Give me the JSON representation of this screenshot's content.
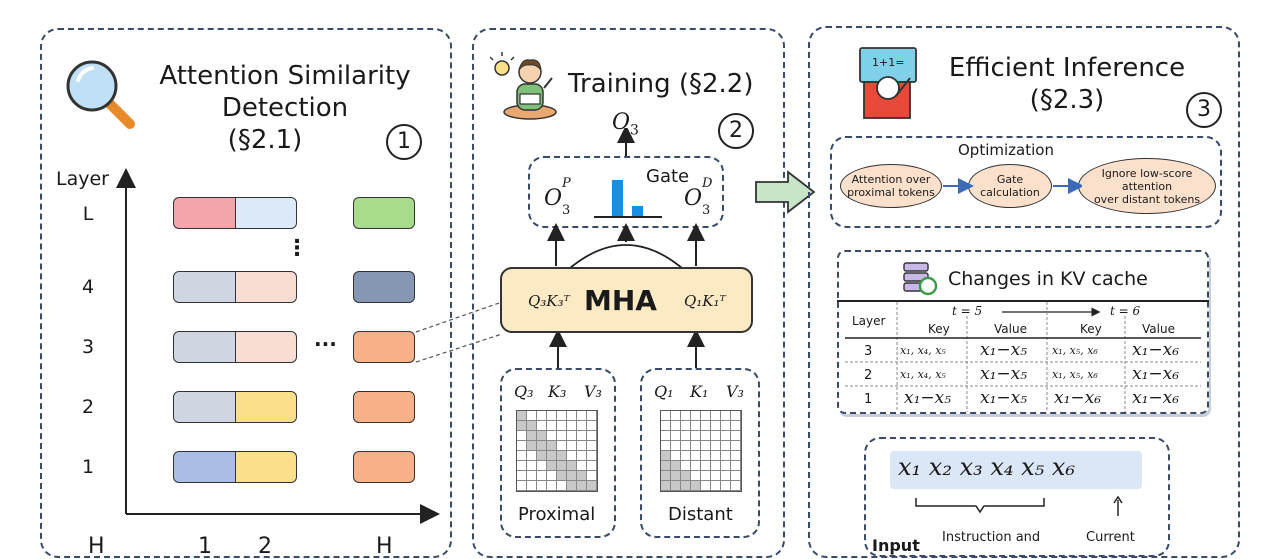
{
  "panel1": {
    "title_line1": "Attention Similarity",
    "title_line2": "Detection",
    "section": "(§2.1)",
    "number": "1",
    "axis_label": "Layer",
    "layers": [
      "L",
      "4",
      "3",
      "2",
      "1"
    ],
    "vdots": "⋮",
    "hdots": "···",
    "x_axis_labels": [
      "H",
      "1",
      "2",
      "H"
    ],
    "colors": {
      "red": "#f4a4ab",
      "lightblue": "#dce9f6",
      "green": "#a8dc8c",
      "gray": "#cfd6e2",
      "pink": "#f9dcd3",
      "slate": "#8597b3",
      "orange": "#f6b08a",
      "yellow": "#fbe08b",
      "blue": "#a9bde6"
    }
  },
  "panel2": {
    "title": "Training (§2.2)",
    "number": "2",
    "output": "O",
    "output_sub": "3",
    "gate_label": "Gate",
    "op_left_base": "O",
    "op_left_sup": "P",
    "op_left_sub": "3",
    "op_right_base": "O",
    "op_right_sup": "D",
    "op_right_sub": "3",
    "mha_label": "MHA",
    "qk_left": "Q₃K₃ᵀ",
    "qk_right": "Q₁K₁ᵀ",
    "proximal_qkv": [
      "Q₃",
      "K₃",
      "V₃"
    ],
    "distant_qkv": [
      "Q₁",
      "K₁",
      "V₃"
    ],
    "proximal_label": "Proximal",
    "distant_label": "Distant"
  },
  "panel3": {
    "title_line1": "Efficient Inference",
    "title_line2": "(§2.3)",
    "number": "3",
    "icon_text": "1+1=",
    "optimization_title": "Optimization",
    "steps": [
      {
        "line1": "Attention over",
        "line2": "proximal tokens",
        "line3": ""
      },
      {
        "line1": "Gate",
        "line2": "calculation",
        "line3": ""
      },
      {
        "line1": "Ignore low-score",
        "line2": "attention",
        "line3": "over distant tokens"
      }
    ],
    "kv_title": "Changes in KV cache",
    "kv_headers": {
      "layer": "Layer",
      "t5": "t = 5",
      "t6": "t = 6",
      "key": "Key",
      "value": "Value"
    },
    "kv_rows": [
      {
        "layer": "3",
        "k5": "x₁, x₄, x₅",
        "v5": "x₁−x₅",
        "k6": "x₁, x₅, x₆",
        "v6": "x₁−x₆"
      },
      {
        "layer": "2",
        "k5": "x₁, x₄, x₅",
        "v5": "x₁−x₅",
        "k6": "x₁, x₅, x₆",
        "v6": "x₁−x₆"
      },
      {
        "layer": "1",
        "k5": "x₁−x₅",
        "v5": "x₁−x₅",
        "k6": "x₁−x₆",
        "v6": "x₁−x₆"
      }
    ],
    "tokens": "x₁ x₂ x₃ x₄ x₅ x₆",
    "input_label": "Input",
    "instruction_label": "Instruction and",
    "current_label": "Current"
  }
}
